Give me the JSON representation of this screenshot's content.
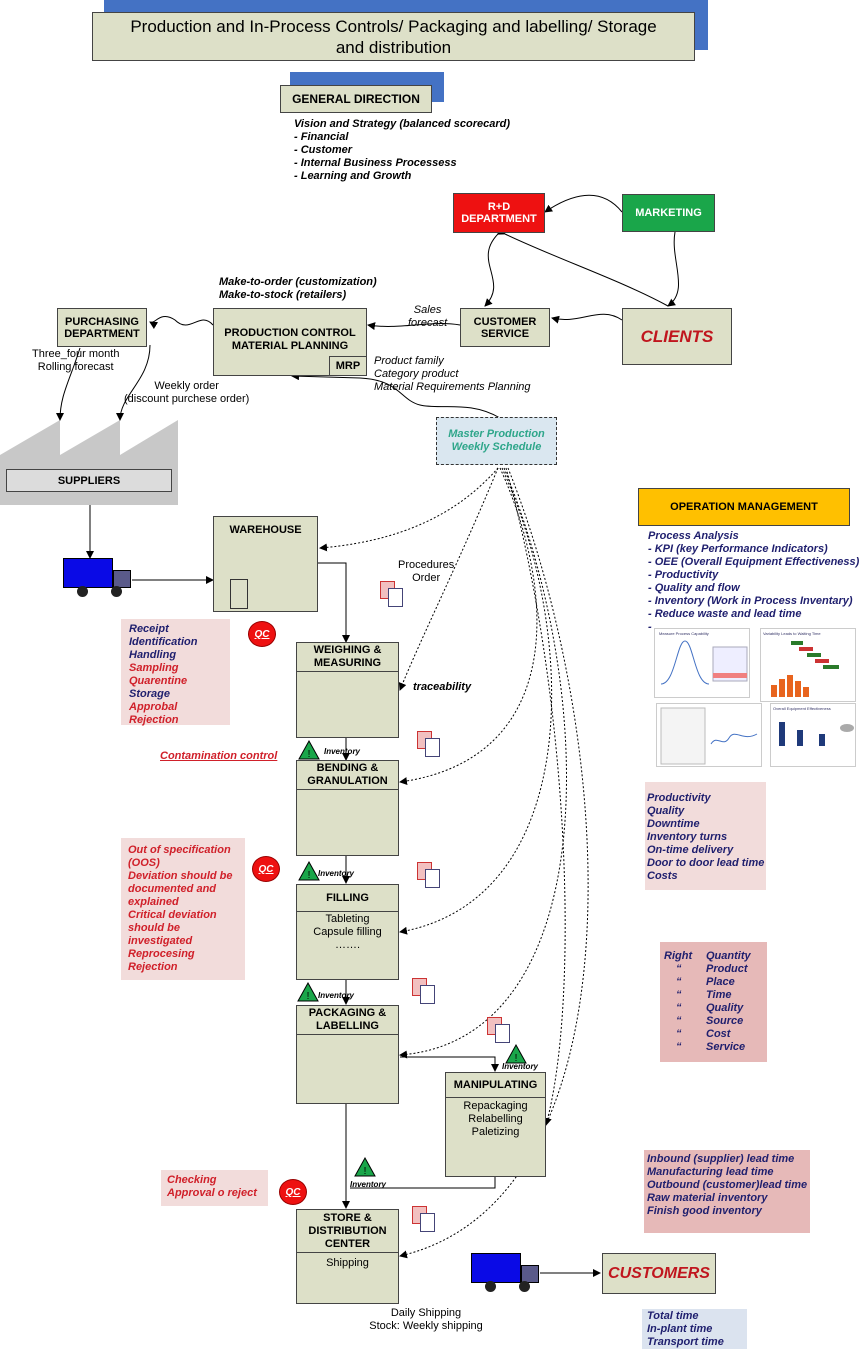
{
  "title": {
    "line1": "Production and In-Process Controls/ Packaging and labelling/ Storage",
    "line2": "and distribution"
  },
  "general_direction": {
    "label": "GENERAL DIRECTION",
    "heading": "Vision and Strategy (balanced scorecard)",
    "items": [
      "- Financial",
      "- Customer",
      "- Internal Business Processess",
      "- Learning and Growth"
    ]
  },
  "rd": {
    "line1": "R+D",
    "line2": "DEPARTMENT"
  },
  "marketing": {
    "label": "MARKETING"
  },
  "customer_service": {
    "line1": "CUSTOMER",
    "line2": "SERVICE"
  },
  "clients": {
    "label": "CLIENTS"
  },
  "purchasing": {
    "line1": "PURCHASING",
    "line2": "DEPARTMENT"
  },
  "production_control": {
    "line1": "PRODUCTION CONTROL",
    "line2": "MATERIAL PLANNING",
    "mrp": "MRP"
  },
  "make_to": {
    "line1": "Make-to-order (customization)",
    "line2": "Make-to-stock (retailers)"
  },
  "sales_forecast": {
    "line1": "Sales",
    "line2": "forecast"
  },
  "product_family": {
    "line1": "Product family",
    "line2": "Category product",
    "line3": "Material Requirements Planning"
  },
  "rolling_forecast": {
    "line1": "Three_four month",
    "line2": "Rolling forecast"
  },
  "weekly_order": {
    "line1": "Weekly order",
    "line2": "(discount purchese order)"
  },
  "suppliers": {
    "label": "SUPPLIERS"
  },
  "mps": {
    "line1": "Master Production",
    "line2": "Weekly Schedule"
  },
  "warehouse": {
    "label": "WAREHOUSE"
  },
  "procedures": {
    "line1": "Procedures",
    "line2": "Order"
  },
  "receipt_list": {
    "items": [
      "Receipt",
      "Identification",
      "Handling",
      "Sampling",
      "Quarentine",
      "Storage",
      "Approbal",
      "Rejection"
    ]
  },
  "qc_label": "QC",
  "weighing": {
    "line1": "WEIGHING &",
    "line2": "MEASURING"
  },
  "traceability": "traceability",
  "inventory_label": "Inventory",
  "contamination": "Contamination control",
  "bending": {
    "line1": "BENDING &",
    "line2": "GRANULATION"
  },
  "oos_list": {
    "items": [
      "Out of specification",
      "(OOS)",
      "Deviation should be",
      "documented and",
      "explained",
      "Critical deviation",
      "should be",
      "investigated",
      "Reprocesing",
      "Rejection"
    ]
  },
  "filling": {
    "label": "FILLING",
    "line1": "Tableting",
    "line2": "Capsule filling",
    "line3": "……."
  },
  "packaging": {
    "line1": "PACKAGING &",
    "line2": "LABELLING"
  },
  "manipulating": {
    "label": "MANIPULATING",
    "line1": "Repackaging",
    "line2": "Relabelling",
    "line3": "Paletizing"
  },
  "checking": {
    "line1": "Checking",
    "line2": "Approval o reject"
  },
  "store": {
    "line1": "STORE &",
    "line2": "DISTRIBUTION",
    "line3": "CENTER",
    "line4": "Shipping"
  },
  "daily_shipping": {
    "line1": "Daily Shipping",
    "line2": "Stock: Weekly shipping"
  },
  "customers": {
    "label": "CUSTOMERS"
  },
  "operation_management": {
    "label": "OPERATION MANAGEMENT",
    "heading": "Process Analysis",
    "items": [
      "- KPI (key Performance Indicators)",
      "- OEE (Overall Equipment Effectiveness)",
      "- Productivity",
      "- Quality and flow",
      "- Inventory (Work in Process Inventary)",
      "- Reduce waste and lead time",
      "- ….."
    ]
  },
  "thumbs": {
    "t1": "Measure Process Capability",
    "t2": "Variability Leads to Waiting Time",
    "t3": "Overall Equipment Effectiveness"
  },
  "kpi_list": {
    "items": [
      "Productivity",
      "Quality",
      "Downtime",
      "Inventory turns",
      "On-time delivery",
      "Door to door lead time",
      "Costs"
    ]
  },
  "right_list": {
    "rows": [
      {
        "a": "Right",
        "b": "Quantity"
      },
      {
        "a": "“",
        "b": "Product"
      },
      {
        "a": "“",
        "b": "Place"
      },
      {
        "a": "“",
        "b": "Time"
      },
      {
        "a": "“",
        "b": "Quality"
      },
      {
        "a": "“",
        "b": "Source"
      },
      {
        "a": "“",
        "b": "Cost"
      },
      {
        "a": "“",
        "b": "Service"
      }
    ]
  },
  "lead_list": {
    "items": [
      "Inbound (supplier) lead time",
      "Manufacturing lead time",
      "Outbound (customer)lead time",
      "Raw material inventory",
      "Finish good inventory"
    ]
  },
  "time_list": {
    "items": [
      "Total time",
      "In-plant time",
      "Transport time"
    ]
  },
  "colors": {
    "box": "#dde0c8",
    "rd": "#ee1111",
    "marketing": "#1aa64a",
    "op_mgmt": "#ffc000",
    "accent_blue": "#4472c4",
    "navy_text": "#1f1f6e",
    "red_text": "#d0202a",
    "truck": "#0a0ae6",
    "triangle": "#1aa64a",
    "pink_panel": "#f2dcdb",
    "red_panel": "#e6b9b8",
    "time_panel": "#dbe3ef",
    "mps_bg": "#dae7f0",
    "mps_text": "#2ea68a",
    "factory": "#c8c8c8"
  }
}
